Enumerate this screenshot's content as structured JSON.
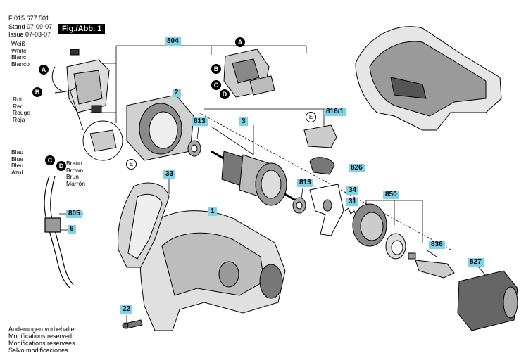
{
  "header": {
    "doc_number": "F 015 677 501",
    "stand_label": "Stand",
    "stand_date": "07-09-07",
    "issue_label": "Issue",
    "issue_date": "07-03-07",
    "figure_label": "Fig./Abb. 1"
  },
  "wire_colors_top": [
    "Weiß",
    "White",
    "Blanc",
    "Blanco"
  ],
  "wire_colors_red": [
    "Rot",
    "Red",
    "Rouge",
    "Roja"
  ],
  "wire_colors_blue": [
    "Blau",
    "Blue",
    "Bleu",
    "Azul"
  ],
  "wire_colors_brown": [
    "Braun",
    "Brown",
    "Brun",
    "Marrón"
  ],
  "footer_notes": [
    "Änderungen vorbehalten",
    "Modifications reserved",
    "Modifications reservees",
    "Salvo modificaciones"
  ],
  "part_labels": {
    "p804": "804",
    "p2": "2",
    "p813a": "813",
    "p3": "3",
    "p816": "816/1",
    "p826": "826",
    "p813b": "813",
    "p34": "34",
    "p31": "31",
    "p850": "850",
    "p836": "836",
    "p827": "827",
    "p33": "33",
    "p1": "1",
    "p805": "805",
    "p6": "6",
    "p22": "22"
  },
  "markers": {
    "a1": "A",
    "a2": "A",
    "b1": "B",
    "b2": "B",
    "c1": "C",
    "c2": "C",
    "d1": "D",
    "d2": "D",
    "e1": "E",
    "e2": "E"
  }
}
